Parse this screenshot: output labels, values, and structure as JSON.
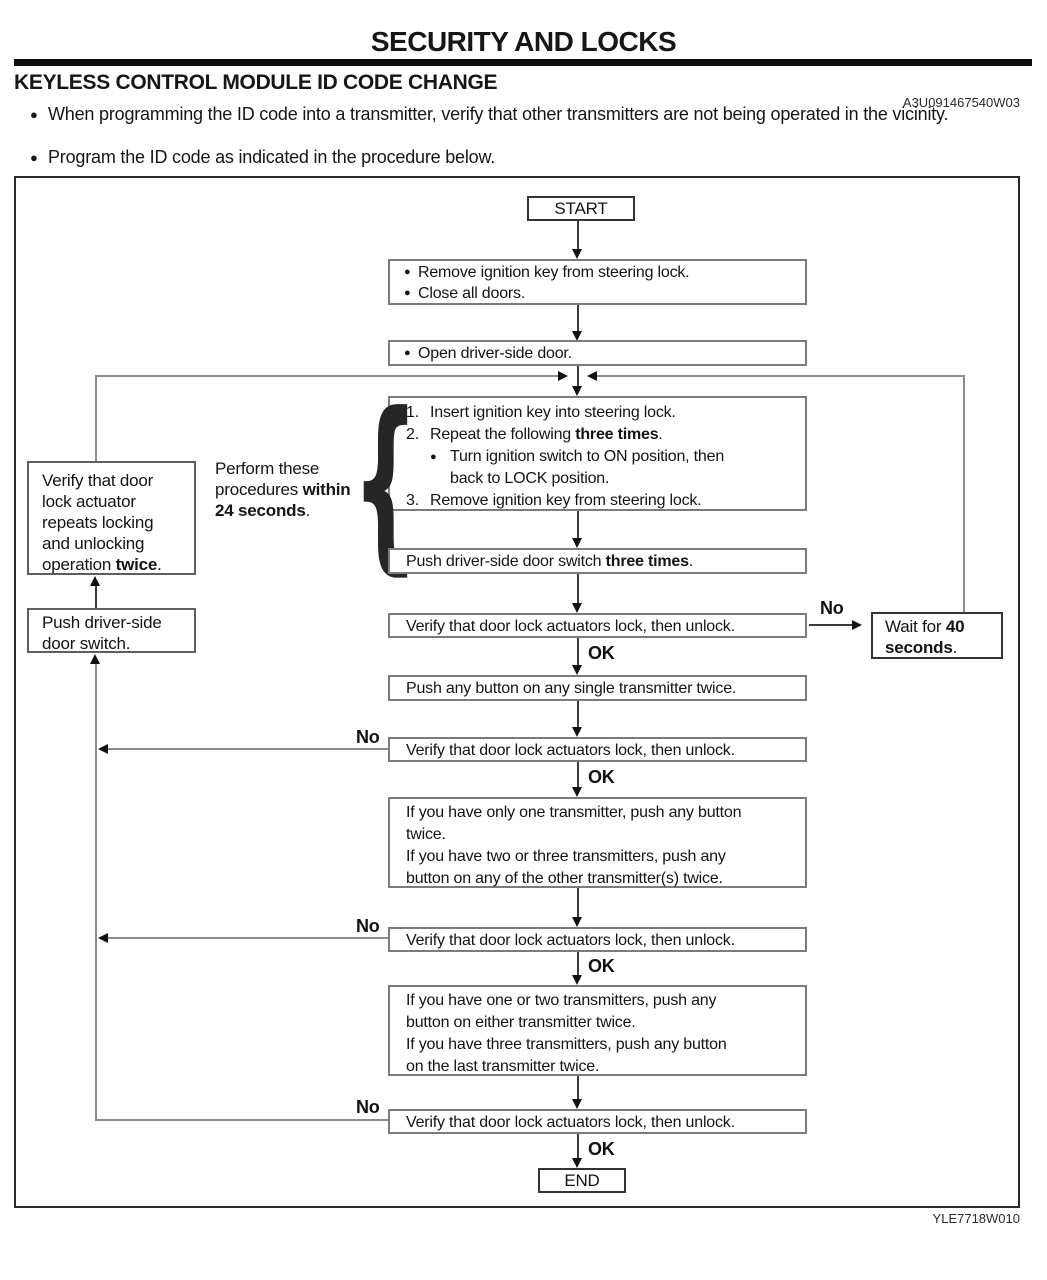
{
  "header": {
    "title": "SECURITY AND LOCKS",
    "section": "KEYLESS CONTROL MODULE ID CODE CHANGE",
    "doc_code": "A3U091467540W03",
    "bullets": [
      "When programming the ID code into a transmitter, verify that other transmitters are not being operated in the vicinity.",
      "Program the ID code as indicated in the procedure below."
    ]
  },
  "footer": {
    "figure_code": "YLE7718W010"
  },
  "colors": {
    "ink": "#161616",
    "box_border": "#7b7b7b",
    "connector": "#8c8c8c"
  },
  "flow": {
    "bullet_glyph": "●",
    "start": "START",
    "prep": {
      "items": [
        "Remove ignition key from steering lock.",
        "Close all doors."
      ]
    },
    "open_door": {
      "items": [
        "Open driver-side door."
      ]
    },
    "note": {
      "l1": "Perform these",
      "l2a": "procedures ",
      "l2b": "within",
      "l3b": "24 seconds",
      "l3c": "."
    },
    "procedure": {
      "s1n": "1.",
      "s1": "Insert ignition key into steering lock.",
      "s2n": "2.",
      "s2a": "Repeat the following ",
      "s2b": "three times",
      "s2c": ".",
      "s2b1": "Turn ignition switch to ON position, then",
      "s2b2": "back to LOCK position.",
      "s3n": "3.",
      "s3": "Remove ignition key from steering lock."
    },
    "push3": {
      "a": "Push driver-side door switch ",
      "b": "three times",
      "c": "."
    },
    "verify1": "Verify that door lock actuators lock, then unlock.",
    "wait": {
      "l1a": "Wait for ",
      "l1b": "40",
      "l2b": "seconds",
      "l2c": "."
    },
    "push_any_single": "Push any button on any single transmitter twice.",
    "verify2": "Verify that door lock actuators lock, then unlock.",
    "multi1": {
      "lines": [
        "If you have only one transmitter, push any button",
        "twice.",
        "If you have two or three transmitters, push any",
        "button on any of the other transmitter(s) twice."
      ]
    },
    "verify3": "Verify that door lock actuators lock, then unlock.",
    "multi2": {
      "lines": [
        "If you have one or two transmitters, push any",
        "button on either transmitter twice.",
        "If you have three transmitters, push any button",
        "on the last transmitter twice."
      ]
    },
    "verify4": "Verify that door lock actuators lock, then unlock.",
    "end": "END",
    "left": {
      "verify_actuator": {
        "lines": [
          "Verify that door",
          "lock actuator",
          "repeats locking",
          "and unlocking"
        ],
        "lastA": "operation ",
        "lastB": "twice",
        "lastC": "."
      },
      "push_switch": {
        "lines": [
          "Push driver-side",
          "door switch."
        ]
      }
    },
    "labels": {
      "ok": "OK",
      "no": "No"
    }
  }
}
